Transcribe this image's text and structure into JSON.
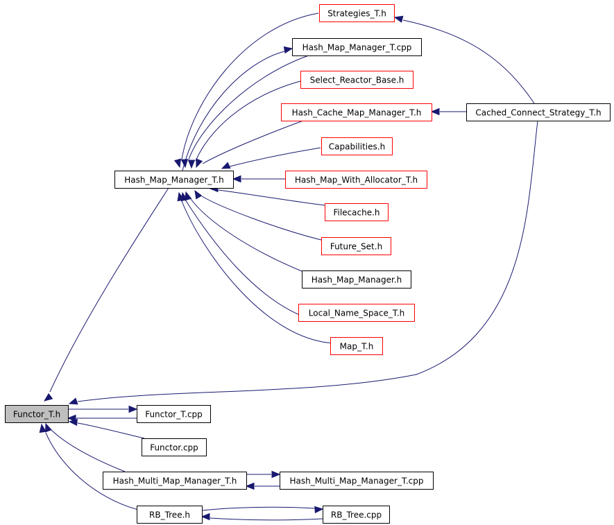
{
  "colors": {
    "edge": "#191970",
    "border_linked": "#000000",
    "border_unlinked": "#ff0000",
    "focus_fill": "#bfbfbf",
    "background": "#ffffff"
  },
  "nodes": [
    {
      "id": "functor_t_h",
      "label": "Functor_T.h",
      "style": "focus"
    },
    {
      "id": "hash_map_manager_t_h",
      "label": "Hash_Map_Manager_T.h",
      "style": "linked"
    },
    {
      "id": "strategies_t_h",
      "label": "Strategies_T.h",
      "style": "unlinked"
    },
    {
      "id": "hash_map_manager_t_cpp",
      "label": "Hash_Map_Manager_T.cpp",
      "style": "linked"
    },
    {
      "id": "select_reactor_base_h",
      "label": "Select_Reactor_Base.h",
      "style": "unlinked"
    },
    {
      "id": "hash_cache_map_manager_t_h",
      "label": "Hash_Cache_Map_Manager_T.h",
      "style": "unlinked"
    },
    {
      "id": "cached_connect_strategy_t_h",
      "label": "Cached_Connect_Strategy_T.h",
      "style": "linked"
    },
    {
      "id": "capabilities_h",
      "label": "Capabilities.h",
      "style": "unlinked"
    },
    {
      "id": "hash_map_with_allocator_t_h",
      "label": "Hash_Map_With_Allocator_T.h",
      "style": "unlinked"
    },
    {
      "id": "filecache_h",
      "label": "Filecache.h",
      "style": "unlinked"
    },
    {
      "id": "future_set_h",
      "label": "Future_Set.h",
      "style": "unlinked"
    },
    {
      "id": "hash_map_manager_h",
      "label": "Hash_Map_Manager.h",
      "style": "linked"
    },
    {
      "id": "local_name_space_t_h",
      "label": "Local_Name_Space_T.h",
      "style": "unlinked"
    },
    {
      "id": "map_t_h",
      "label": "Map_T.h",
      "style": "unlinked"
    },
    {
      "id": "functor_t_cpp",
      "label": "Functor_T.cpp",
      "style": "linked"
    },
    {
      "id": "functor_cpp",
      "label": "Functor.cpp",
      "style": "linked"
    },
    {
      "id": "hash_multi_map_manager_t_h",
      "label": "Hash_Multi_Map_Manager_T.h",
      "style": "linked"
    },
    {
      "id": "hash_multi_map_manager_t_cpp",
      "label": "Hash_Multi_Map_Manager_T.cpp",
      "style": "linked"
    },
    {
      "id": "rb_tree_h",
      "label": "RB_Tree.h",
      "style": "linked"
    },
    {
      "id": "rb_tree_cpp",
      "label": "RB_Tree.cpp",
      "style": "linked"
    }
  ],
  "edges": [
    {
      "from": "hash_map_manager_t_h",
      "to": "functor_t_h"
    },
    {
      "from": "strategies_t_h",
      "to": "hash_map_manager_t_h"
    },
    {
      "from": "hash_map_manager_t_h",
      "to": "hash_map_manager_t_cpp"
    },
    {
      "from": "hash_map_manager_t_cpp",
      "to": "hash_map_manager_t_h"
    },
    {
      "from": "select_reactor_base_h",
      "to": "hash_map_manager_t_h"
    },
    {
      "from": "hash_cache_map_manager_t_h",
      "to": "hash_map_manager_t_h"
    },
    {
      "from": "cached_connect_strategy_t_h",
      "to": "hash_cache_map_manager_t_h"
    },
    {
      "from": "cached_connect_strategy_t_h",
      "to": "strategies_t_h"
    },
    {
      "from": "cached_connect_strategy_t_h",
      "to": "functor_t_h"
    },
    {
      "from": "capabilities_h",
      "to": "hash_map_manager_t_h"
    },
    {
      "from": "hash_map_with_allocator_t_h",
      "to": "hash_map_manager_t_h"
    },
    {
      "from": "filecache_h",
      "to": "hash_map_manager_t_h"
    },
    {
      "from": "future_set_h",
      "to": "hash_map_manager_t_h"
    },
    {
      "from": "hash_map_manager_h",
      "to": "hash_map_manager_t_h"
    },
    {
      "from": "local_name_space_t_h",
      "to": "hash_map_manager_t_h"
    },
    {
      "from": "map_t_h",
      "to": "hash_map_manager_t_h"
    },
    {
      "from": "functor_t_h",
      "to": "functor_t_cpp"
    },
    {
      "from": "functor_t_cpp",
      "to": "functor_t_h"
    },
    {
      "from": "functor_cpp",
      "to": "functor_t_h"
    },
    {
      "from": "hash_multi_map_manager_t_h",
      "to": "functor_t_h"
    },
    {
      "from": "hash_multi_map_manager_t_h",
      "to": "hash_multi_map_manager_t_cpp"
    },
    {
      "from": "hash_multi_map_manager_t_cpp",
      "to": "hash_multi_map_manager_t_h"
    },
    {
      "from": "rb_tree_h",
      "to": "functor_t_h"
    },
    {
      "from": "rb_tree_h",
      "to": "rb_tree_cpp"
    },
    {
      "from": "rb_tree_cpp",
      "to": "rb_tree_h"
    }
  ]
}
